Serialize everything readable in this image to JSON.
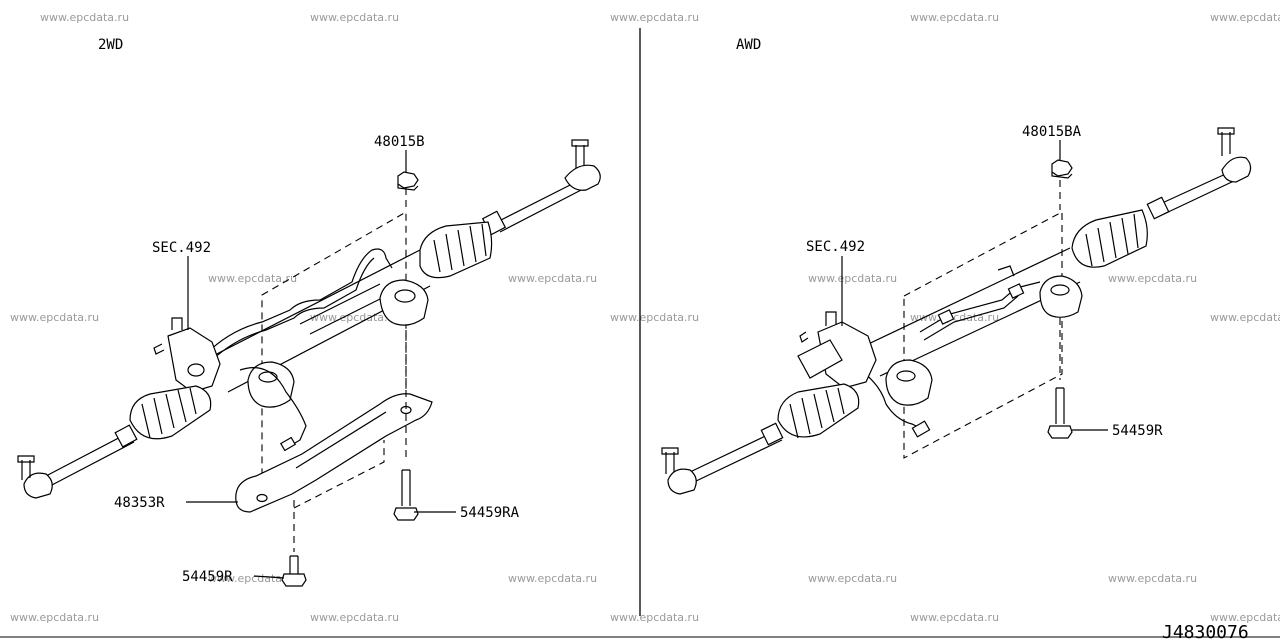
{
  "watermark": "www.epcdata.ru",
  "panels": {
    "left": {
      "title": "2WD"
    },
    "right": {
      "title": "AWD"
    }
  },
  "labels": {
    "left": {
      "nut": "48015B",
      "sec": "SEC.492",
      "bracket": "48353R",
      "bolt_a": "54459RA",
      "bolt_b": "54459R"
    },
    "right": {
      "nut": "48015BA",
      "sec": "SEC.492",
      "bolt": "54459R"
    }
  },
  "diagram_code": "J4830076"
}
